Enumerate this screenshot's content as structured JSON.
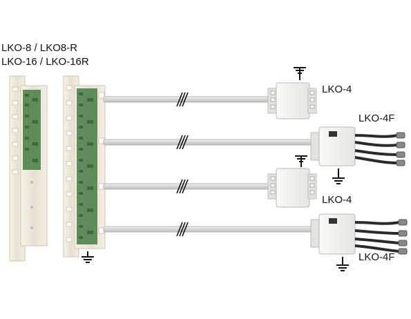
{
  "labels": {
    "panel_line1": "LKO-8 / LKO8-R",
    "panel_line2": "LKO-16 / LKO-16R",
    "module1": "LKO-4",
    "module2": "LKO-4F",
    "module3": "LKO-4",
    "module4": "LKO-4F"
  },
  "colors": {
    "rail": "#efe9dc",
    "pcb": "#5f8d5a",
    "cable": "#d9d9d9",
    "module_body": "#f4f4f2",
    "cable_dark": "#2a2a2a",
    "ground_symbol": "#111111"
  },
  "icons": [
    "ground-symbol",
    "cable-break-mark",
    "bnc-connector"
  ]
}
